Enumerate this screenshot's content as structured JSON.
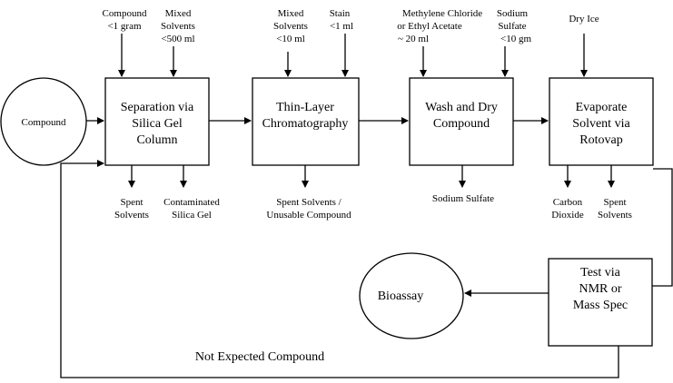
{
  "start": "Compound",
  "steps": [
    {
      "lines": [
        "Separation via",
        "Silica Gel",
        "Column"
      ],
      "inputs": [
        [
          "Compound",
          "<1 gram"
        ],
        [
          "Mixed",
          "Solvents",
          "<500 ml"
        ]
      ],
      "outputs": [
        [
          "Spent",
          "Solvents"
        ],
        [
          "Contaminated",
          "Silica Gel"
        ]
      ]
    },
    {
      "lines": [
        "Thin-Layer",
        "Chromatography"
      ],
      "inputs": [
        [
          "Mixed",
          "Solvents",
          "<10 ml"
        ],
        [
          "Stain",
          "<1 ml"
        ]
      ],
      "outputs": [
        [
          "Spent Solvents /",
          "Unusable Compound"
        ]
      ]
    },
    {
      "lines": [
        "Wash and Dry",
        "Compound"
      ],
      "inputs": [
        [
          "Methylene Chloride",
          "or Ethyl Acetate",
          "~ 20 ml"
        ],
        [
          "Sodium",
          "Sulfate",
          "<10 gm"
        ]
      ],
      "outputs": [
        [
          "Sodium Sulfate"
        ]
      ]
    },
    {
      "lines": [
        "Evaporate",
        "Solvent via",
        "Rotovap"
      ],
      "inputs": [
        [
          "Dry Ice"
        ]
      ],
      "outputs": [
        [
          "Carbon",
          "Dioxide"
        ],
        [
          "Spent",
          "Solvents"
        ]
      ]
    },
    {
      "lines": [
        "Test via",
        "NMR or",
        "Mass Spec"
      ]
    }
  ],
  "end": "Bioassay",
  "loop_label": "Not Expected Compound"
}
